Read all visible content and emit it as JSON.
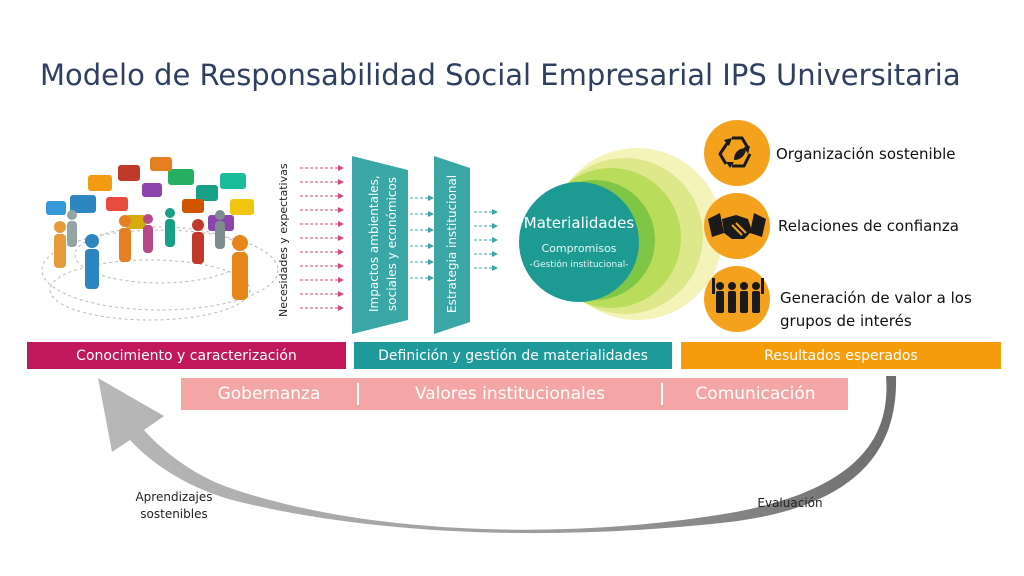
{
  "title": "Modelo de Responsabilidad Social Empresarial IPS Universitaria",
  "stages": {
    "needs": "Necesidades y expectativas",
    "impacts_line1": "Impactos ambientales,",
    "impacts_line2": "sociales y económicos",
    "strategy": "Estrategia institucional"
  },
  "materialidades": {
    "title": "Materialidades",
    "sub1": "Compromisos",
    "sub2": "-Gestión institucional-"
  },
  "results": [
    {
      "label": "Organización sostenible",
      "icon": "recycle-leaf-icon"
    },
    {
      "label": "Relaciones de confianza",
      "icon": "handshake-icon"
    },
    {
      "label_line1": "Generación de valor a los",
      "label_line2": "grupos de interés",
      "icon": "people-group-icon"
    }
  ],
  "bars": {
    "knowledge": "Conocimiento  y caracterización",
    "definition": "Definición y gestión de materialidades",
    "results": "Resultados esperados"
  },
  "values": {
    "gobernanza": "Gobernanza",
    "valores": "Valores institucionales",
    "comunicacion": "Comunicación"
  },
  "cycle": {
    "left_line1": "Aprendizajes",
    "left_line2": "sostenibles",
    "right": "Evaluación"
  },
  "colors": {
    "title": "#2f3f62",
    "knowledge_bar": "#c0175d",
    "definition_bar": "#1f9a9a",
    "results_bar": "#f59c0b",
    "values_bar": "#f4a6a6",
    "teal_shape": "#3aa6a6",
    "icon_orange": "#f4a21d"
  }
}
